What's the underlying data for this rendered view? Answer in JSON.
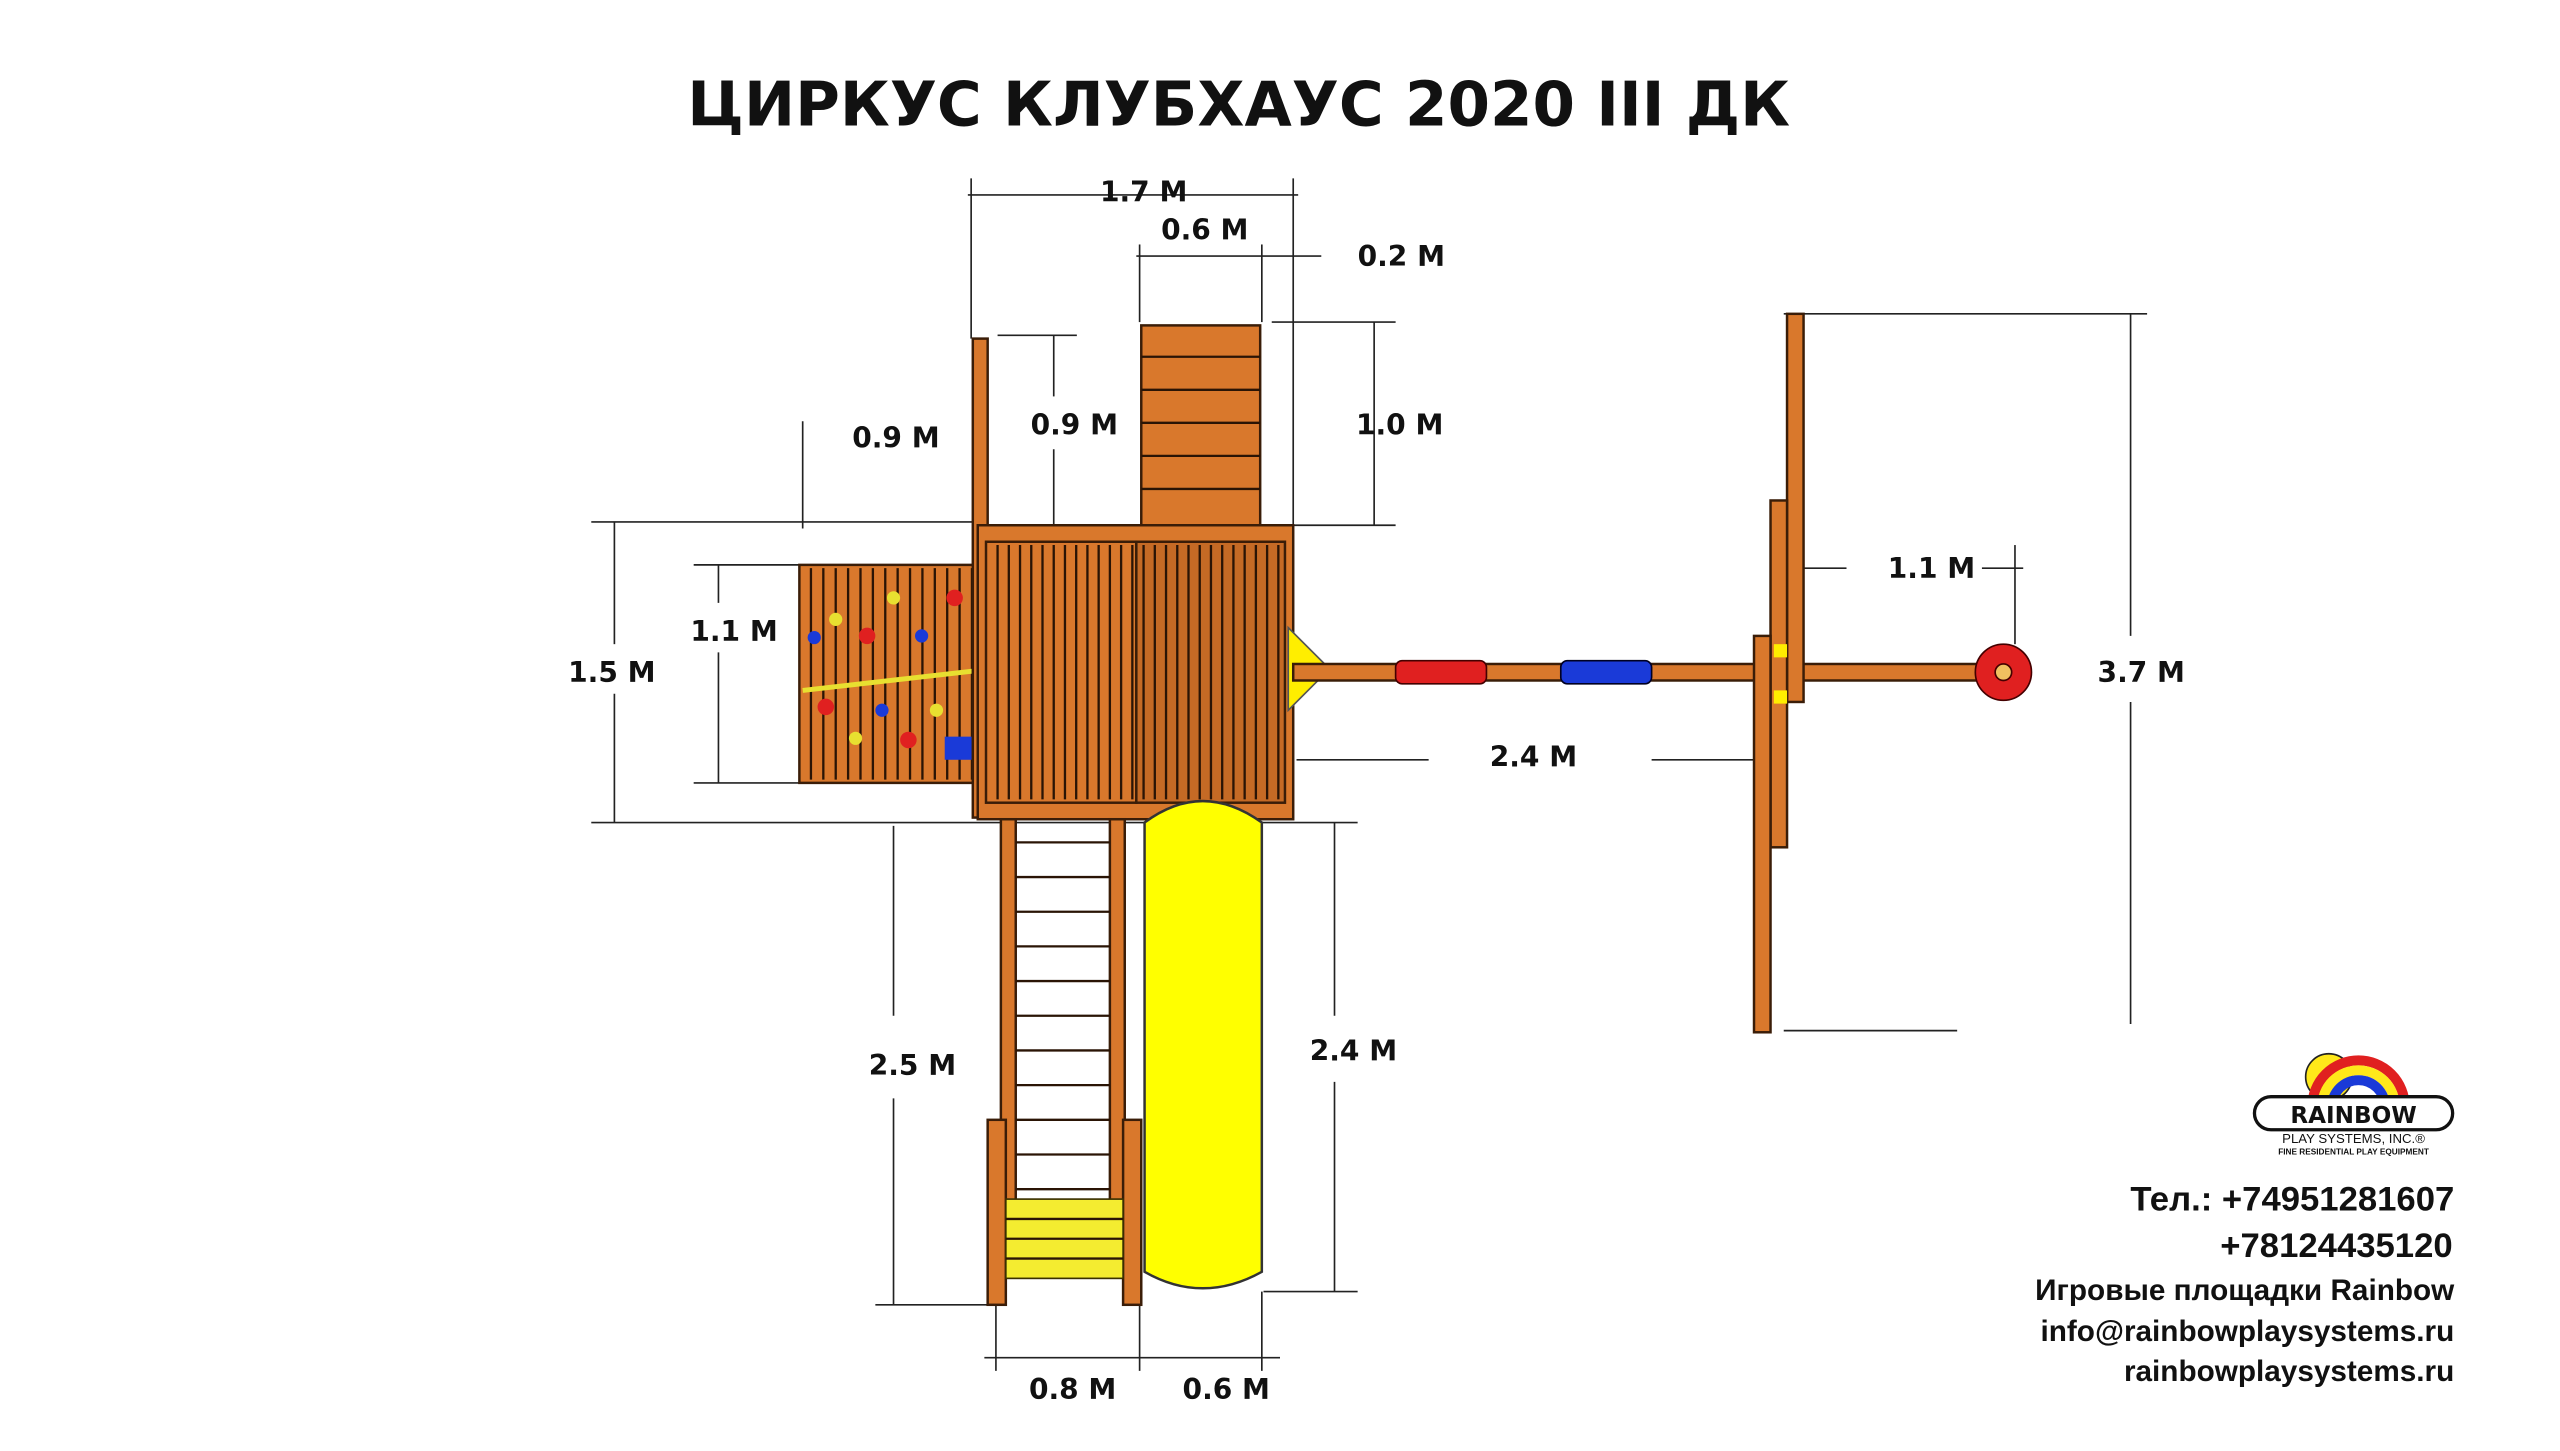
{
  "title": "ЦИРКУС КЛУБХАУС 2020 III ДК",
  "dimensions": [
    "1.7 M",
    "0.6 M",
    "0.2 M",
    "0.9 M",
    "0.9 M",
    "1.0 M",
    "1.1 M",
    "1.5 M",
    "1.1 M",
    "2.4 M",
    "3.7 M",
    "2.5 M",
    "2.4 M",
    "0.8 M",
    "0.6 M"
  ],
  "logo": {
    "brand": "RAINBOW",
    "line1": "PLAY SYSTEMS, INC.®",
    "line2": "FINE RESIDENTIAL PLAY EQUIPMENT"
  },
  "contacts": {
    "phone1": "Тел.: +74951281607",
    "phone2": "+78124435120",
    "company": "Игровые площадки Rainbow",
    "email": "info@rainbowplaysystems.ru",
    "website": "rainbowplaysystems.ru"
  },
  "colors": {
    "wood": "#d9782c",
    "slide": "#ffff00",
    "red": "#e02020",
    "blue": "#1a3ad8"
  }
}
